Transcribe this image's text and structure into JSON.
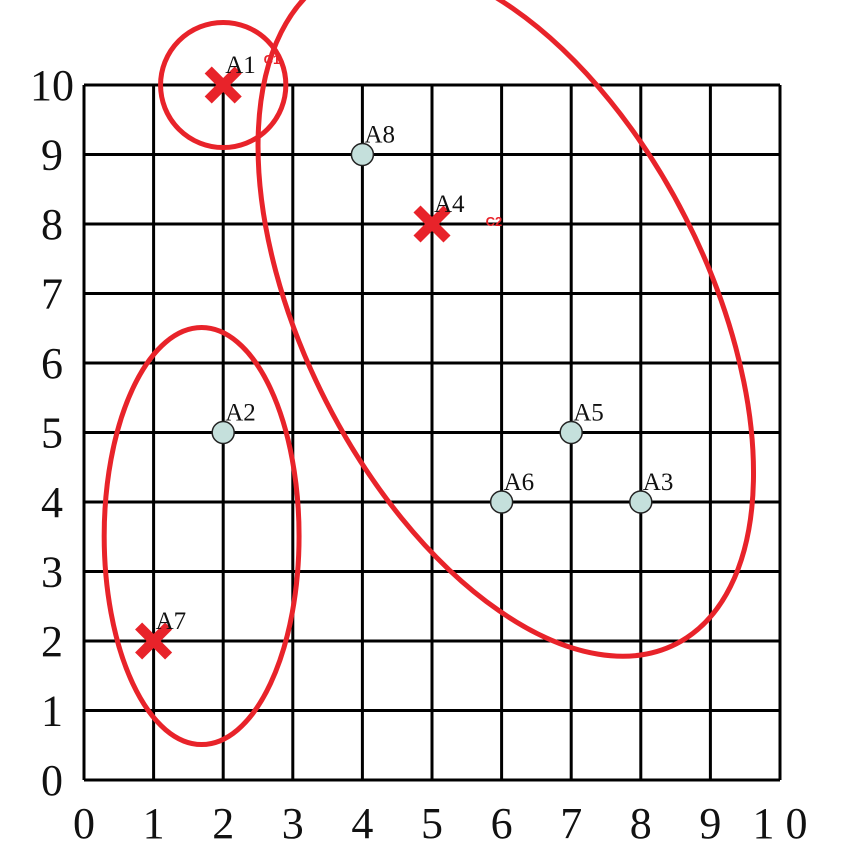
{
  "chart_data": {
    "type": "scatter",
    "title": "",
    "xlabel": "",
    "ylabel": "",
    "xlim": [
      0,
      10
    ],
    "ylim": [
      0,
      10
    ],
    "grid": true,
    "x_ticks": [
      "0",
      "1",
      "2",
      "3",
      "4",
      "5",
      "6",
      "7",
      "8",
      "9",
      "1 0"
    ],
    "y_ticks": [
      "0",
      "1",
      "2",
      "3",
      "4",
      "5",
      "6",
      "7",
      "8",
      "9",
      "10"
    ],
    "points": [
      {
        "name": "A1",
        "x": 2,
        "y": 10,
        "role": "center"
      },
      {
        "name": "A2",
        "x": 2,
        "y": 5,
        "role": "point"
      },
      {
        "name": "A3",
        "x": 8,
        "y": 4,
        "role": "point"
      },
      {
        "name": "A4",
        "x": 5,
        "y": 8,
        "role": "center"
      },
      {
        "name": "A5",
        "x": 7,
        "y": 5,
        "role": "point"
      },
      {
        "name": "A6",
        "x": 6,
        "y": 4,
        "role": "point"
      },
      {
        "name": "A7",
        "x": 1,
        "y": 2,
        "role": "center"
      },
      {
        "name": "A8",
        "x": 4,
        "y": 9,
        "role": "point"
      }
    ],
    "clusters": [
      {
        "label": "C1",
        "center": "A1",
        "members": [
          "A1"
        ],
        "outline": {
          "cx": 2,
          "cy": 10,
          "rx": 0.9,
          "ry": 0.9,
          "rotation": 0
        },
        "label_pos": {
          "x": 2.58,
          "y": 10.3
        }
      },
      {
        "label": "C2",
        "center": "A4",
        "members": [
          "A3",
          "A4",
          "A5",
          "A6",
          "A8"
        ],
        "outline": {
          "cx": 6.06,
          "cy": 6.77,
          "rx": 2.9,
          "ry": 5.4,
          "rotation": -27
        },
        "label_pos": {
          "x": 5.77,
          "y": 7.97
        }
      },
      {
        "label": "",
        "center": "A7",
        "members": [
          "A2",
          "A7"
        ],
        "outline": {
          "cx": 1.69,
          "cy": 3.51,
          "rx": 1.4,
          "ry": 3.0,
          "rotation": 0
        },
        "label_pos": null
      }
    ],
    "colors": {
      "grid": "#000000",
      "cluster_outline": "#e8232a",
      "center_marker": "#e8232a",
      "point_fill": "#c5e0dc",
      "point_stroke": "#222222",
      "cluster_label": "#e8232a",
      "text": "#111111"
    }
  }
}
